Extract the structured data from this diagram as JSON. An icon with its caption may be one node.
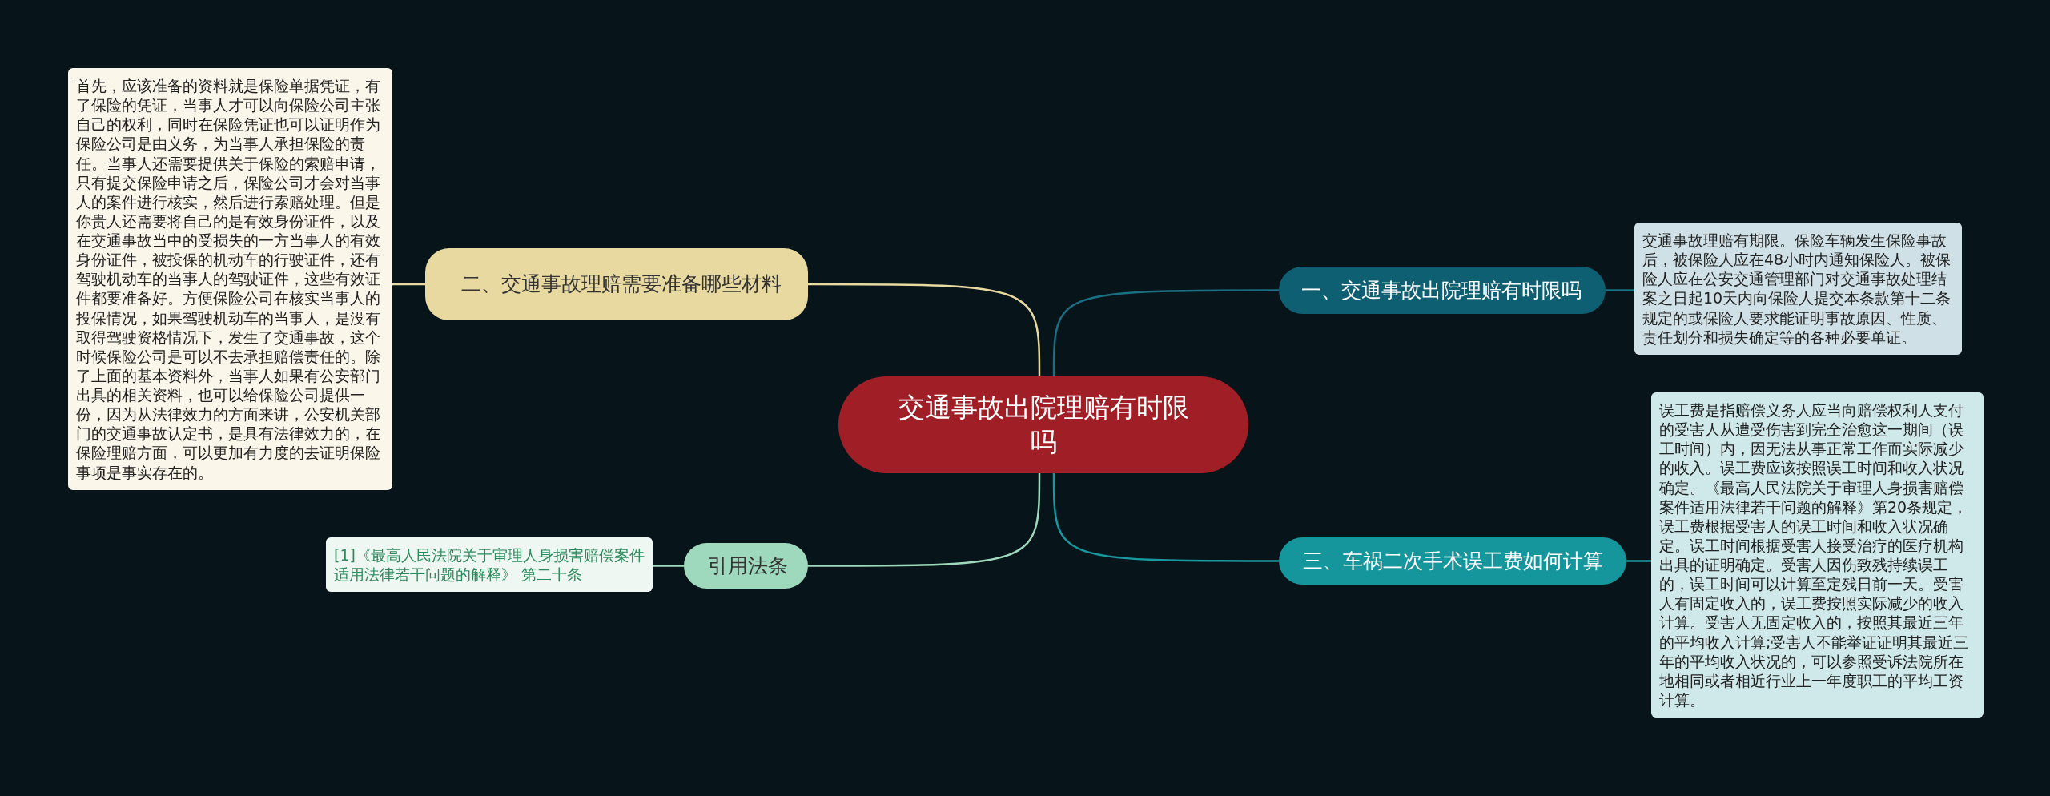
{
  "diagram": {
    "nodes": [
      {
        "text": [
          "交通事故出院理赔有时限吗"
        ]
      },
      {
        "text": [
          "一、交通事故出院理赔有时限吗"
        ]
      },
      {
        "text": [
          "交通事故理赔有期限。保险车辆发生保险事故后，被保险人应在48小时内通知保险人。被保险人应在公安交通管理部门对交通事故处理结案之日起10天内向保险人提交本条款第十二条规定的或保险人要求能证明事故原因、性质、责任划分和损失确定等的各种必要单证。"
        ]
      },
      {
        "text": [
          "二、交通事故理赔需要准备哪些材料"
        ]
      },
      {
        "text": [
          "首先，应该准备的资料就是保险单据凭证，有了保险的凭证，当事人才可以向保险公司主张自己的权利，同时在保险凭证也可以证明作为保险公司是由义务，为当事人承担保险的责任。当事人还需要提供关于保险的索赔申请，只有提交保险申请之后，保险公司才会对当事人的案件进行核实，然后进行索赔处理。但是你贵人还需要将自己的是有效身份证件，以及在交通事故当中的受损失的一方当事人的有效身份证件，被投保的机动车的行驶证件，还有驾驶机动车的当事人的驾驶证件，这些有效证件都要准备好。方便保险公司在核实当事人的投保情况，如果驾驶机动车的当事人，是没有取得驾驶资格情况下，发生了交通事故，这个时候保险公司是可以不去承担赔偿责任的。除了上面的基本资料外，当事人如果有公安部门出具的相关资料，也可以给保险公司提供一份，因为从法律效力的方面来讲，公安机关部门的交通事故认定书，是具有法律效力的，在保险理赔方面，可以更加有力度的去证明保险事项是事实存在的。"
        ]
      },
      {
        "text": [
          "三、车祸二次手术误工费如何计算"
        ]
      },
      {
        "text": [
          "误工费是指赔偿义务人应当向赔偿权利人支付的受害人从遭受伤害到完全治愈这一期间（误工时间）内，因无法从事正常工作而实际减少的收入。误工费应该按照误工时间和收入状况确定。《最高人民法院关于审理人身损害赔偿案件适用法律若干问题的解释》第20条规定，误工费根据受害人的误工时间和收入状况确定。误工时间根据受害人接受治疗的医疗机构出具的证明确定。受害人因伤致残持续误工的，误工时间可以计算至定残日前一天。受害人有固定收入的，误工费按照实际减少的收入计算。受害人无固定收入的，按照其最近三年的平均收入计算;受害人不能举证证明其最近三年的平均收入状况的，可以参照受诉法院所在地相同或者相近行业上一年度职工的平均工资计算。"
        ]
      },
      {
        "text": [
          "引用法条"
        ]
      },
      {
        "text": [
          "[1]《最高人民法院关于审理人身损害赔偿案件适用法律若干问题的解释》 第二十条"
        ]
      }
    ],
    "edges": [
      {
        "from": 0,
        "to": 1,
        "arrow": "none",
        "color": "#1b6f82"
      },
      {
        "from": 1,
        "to": 2,
        "arrow": "none",
        "color": "#1b6f82"
      },
      {
        "from": 0,
        "to": 3,
        "arrow": "none",
        "color": "#e8d9a0"
      },
      {
        "from": 3,
        "to": 4,
        "arrow": "none",
        "color": "#e8d9a0"
      },
      {
        "from": 0,
        "to": 5,
        "arrow": "none",
        "color": "#17999f"
      },
      {
        "from": 5,
        "to": 6,
        "arrow": "none",
        "color": "#17999f"
      },
      {
        "from": 0,
        "to": 7,
        "arrow": "none",
        "color": "#9fd9bd"
      },
      {
        "from": 7,
        "to": 8,
        "arrow": "none",
        "color": "#9fd9bd"
      }
    ]
  }
}
